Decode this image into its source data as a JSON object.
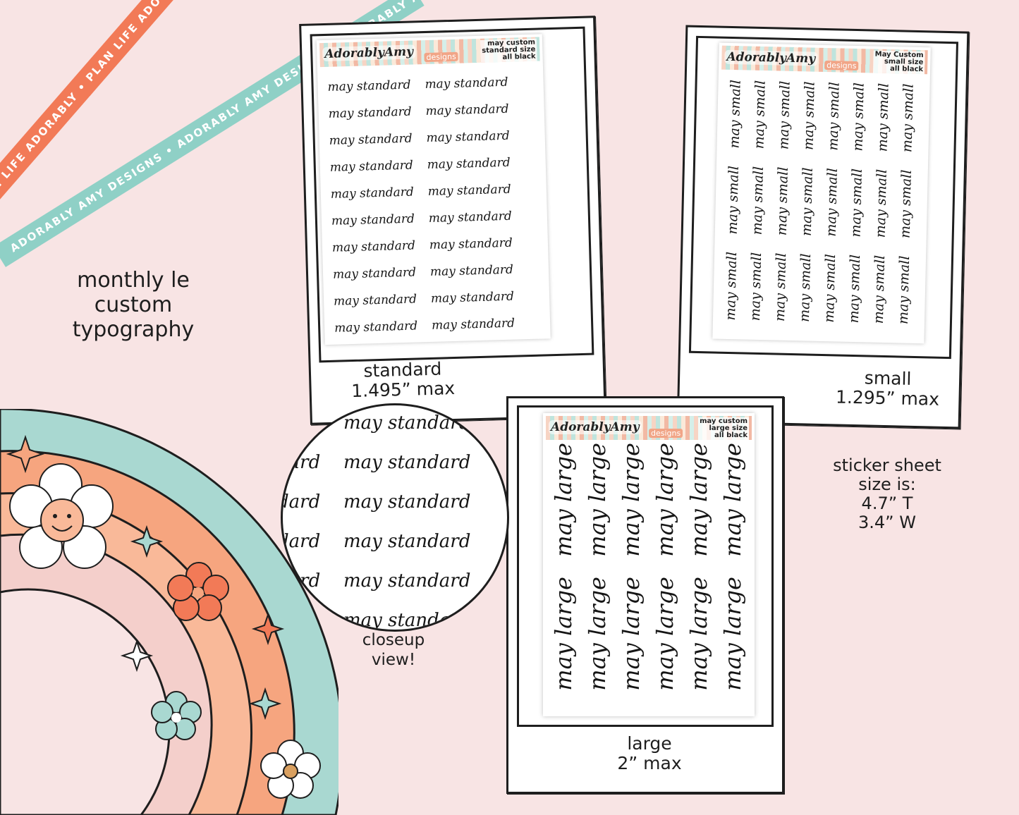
{
  "ribbons": {
    "orange_text": "PLAN LIFE ADORABLY • PLAN LIFE ADORABLY • PLAN LIFE ADORABLY •",
    "teal_text": "ADORABLY AMY DESIGNS • ADORABLY AMY DESIGNS • ADORABLY AMY DESIGNS •"
  },
  "title": {
    "line1": "monthly le",
    "line2": "custom",
    "line3": "typography"
  },
  "brand": {
    "name": "AdorablyAmy",
    "suffix": "designs"
  },
  "standard_card": {
    "header_l1": "may custom",
    "header_l2": "standard size",
    "header_l3": "all black",
    "sticker": "may standard",
    "caption_l1": "standard",
    "caption_l2": "1.495” max"
  },
  "small_card": {
    "header_l1": "May Custom",
    "header_l2": "small size",
    "header_l3": "all black",
    "sticker": "may small",
    "caption_l1": "small",
    "caption_l2": "1.295” max"
  },
  "large_card": {
    "header_l1": "may custom",
    "header_l2": "large size",
    "header_l3": "all black",
    "sticker": "may large",
    "caption_l1": "large",
    "caption_l2": "2” max"
  },
  "closeup": {
    "sticker": "may standard",
    "partial": "dard",
    "caption_l1": "closeup",
    "caption_l2": "view!"
  },
  "sheet_size": {
    "l1": "sticker sheet",
    "l2": "size is:",
    "l3": "4.7” T",
    "l4": "3.4” W"
  },
  "colors": {
    "orange": "#f27a57",
    "teal": "#8fd0c6",
    "peach": "#f6a57f",
    "pink": "#f4cfcb",
    "background": "#f8e4e4"
  }
}
